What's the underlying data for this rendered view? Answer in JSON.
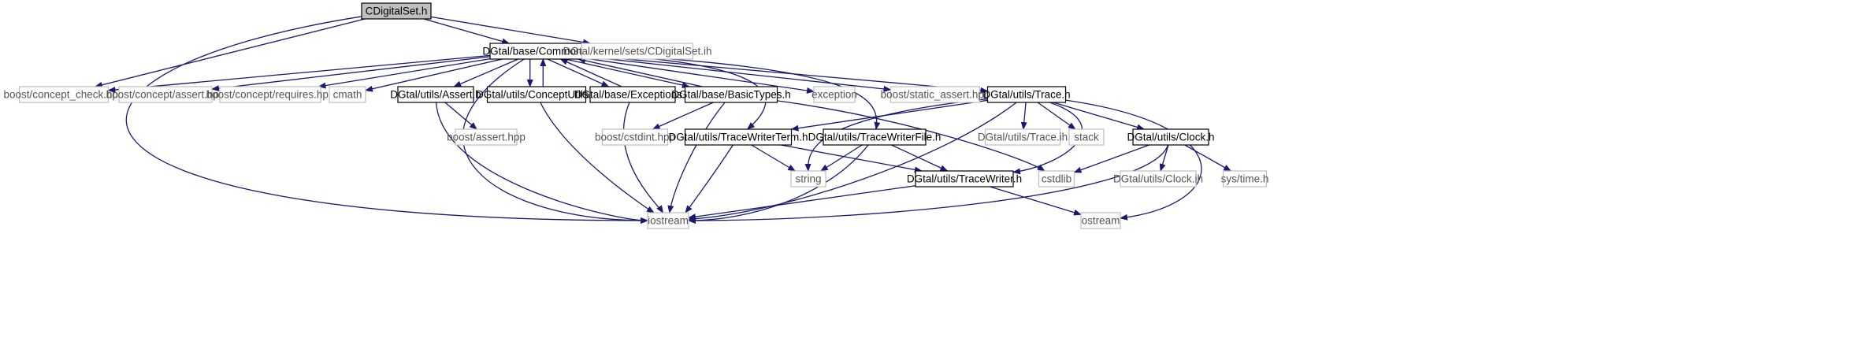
{
  "graph": {
    "colors": {
      "edge": "#191970",
      "root_fill": "#bfbfbf",
      "node_border": "#000000",
      "missing_border": "#bfbfbf",
      "text": "#000000",
      "missing_text": "#555555"
    },
    "nodes": [
      {
        "id": "cdigitalset",
        "label": "CDigitalSet.h",
        "kind": "root"
      },
      {
        "id": "common",
        "label": "DGtal/base/Common.h",
        "kind": "file"
      },
      {
        "id": "cdigitalset_ih",
        "label": "DGtal/kernel/sets/CDigitalSet.ih",
        "kind": "external"
      },
      {
        "id": "concept_check",
        "label": "boost/concept_check.hpp",
        "kind": "external"
      },
      {
        "id": "concept_assert",
        "label": "boost/concept/assert.hpp",
        "kind": "external"
      },
      {
        "id": "concept_requires",
        "label": "boost/concept/requires.hpp",
        "kind": "external"
      },
      {
        "id": "cmath",
        "label": "cmath",
        "kind": "external"
      },
      {
        "id": "assert_h",
        "label": "DGtal/utils/Assert.h",
        "kind": "file"
      },
      {
        "id": "conceptutils",
        "label": "DGtal/utils/ConceptUtils.h",
        "kind": "file"
      },
      {
        "id": "exceptions",
        "label": "DGtal/base/Exceptions.h",
        "kind": "file"
      },
      {
        "id": "basictypes",
        "label": "DGtal/base/BasicTypes.h",
        "kind": "file"
      },
      {
        "id": "exception",
        "label": "exception",
        "kind": "external"
      },
      {
        "id": "static_assert",
        "label": "boost/static_assert.hpp",
        "kind": "external"
      },
      {
        "id": "trace",
        "label": "DGtal/utils/Trace.h",
        "kind": "file"
      },
      {
        "id": "boost_assert",
        "label": "boost/assert.hpp",
        "kind": "external"
      },
      {
        "id": "cstdint",
        "label": "boost/cstdint.hpp",
        "kind": "external"
      },
      {
        "id": "tracewriterterm",
        "label": "DGtal/utils/TraceWriterTerm.h",
        "kind": "file"
      },
      {
        "id": "tracewriterfile",
        "label": "DGtal/utils/TraceWriterFile.h",
        "kind": "file"
      },
      {
        "id": "trace_ih",
        "label": "DGtal/utils/Trace.ih",
        "kind": "external"
      },
      {
        "id": "stack",
        "label": "stack",
        "kind": "external"
      },
      {
        "id": "clock",
        "label": "DGtal/utils/Clock.h",
        "kind": "file"
      },
      {
        "id": "string",
        "label": "string",
        "kind": "external"
      },
      {
        "id": "tracewriter",
        "label": "DGtal/utils/TraceWriter.h",
        "kind": "file"
      },
      {
        "id": "cstdlib",
        "label": "cstdlib",
        "kind": "external"
      },
      {
        "id": "clock_ih",
        "label": "DGtal/utils/Clock.ih",
        "kind": "external"
      },
      {
        "id": "systime",
        "label": "sys/time.h",
        "kind": "external"
      },
      {
        "id": "iostream",
        "label": "iostream",
        "kind": "external"
      },
      {
        "id": "ostream",
        "label": "ostream",
        "kind": "external"
      }
    ],
    "edges": [
      [
        "cdigitalset",
        "common"
      ],
      [
        "cdigitalset",
        "cdigitalset_ih"
      ],
      [
        "cdigitalset",
        "concept_check"
      ],
      [
        "cdigitalset",
        "iostream"
      ],
      [
        "common",
        "concept_check"
      ],
      [
        "common",
        "concept_assert"
      ],
      [
        "common",
        "concept_requires"
      ],
      [
        "common",
        "cmath"
      ],
      [
        "common",
        "assert_h"
      ],
      [
        "common",
        "conceptutils"
      ],
      [
        "common",
        "exceptions"
      ],
      [
        "common",
        "basictypes"
      ],
      [
        "common",
        "exception"
      ],
      [
        "common",
        "static_assert"
      ],
      [
        "common",
        "trace"
      ],
      [
        "common",
        "iostream"
      ],
      [
        "common",
        "tracewriterterm"
      ],
      [
        "common",
        "tracewriterfile"
      ],
      [
        "conceptutils",
        "common"
      ],
      [
        "exceptions",
        "common"
      ],
      [
        "basictypes",
        "common"
      ],
      [
        "assert_h",
        "boost_assert"
      ],
      [
        "assert_h",
        "iostream"
      ],
      [
        "conceptutils",
        "iostream"
      ],
      [
        "exceptions",
        "iostream"
      ],
      [
        "basictypes",
        "cstdint"
      ],
      [
        "basictypes",
        "iostream"
      ],
      [
        "basictypes",
        "cstdlib"
      ],
      [
        "trace",
        "tracewriterterm"
      ],
      [
        "trace",
        "string"
      ],
      [
        "trace",
        "trace_ih"
      ],
      [
        "trace",
        "stack"
      ],
      [
        "trace",
        "clock"
      ],
      [
        "trace",
        "tracewriter"
      ],
      [
        "trace",
        "iostream"
      ],
      [
        "trace",
        "ostream"
      ],
      [
        "tracewriterterm",
        "string"
      ],
      [
        "tracewriterterm",
        "tracewriter"
      ],
      [
        "tracewriterterm",
        "iostream"
      ],
      [
        "tracewriterfile",
        "string"
      ],
      [
        "tracewriterfile",
        "tracewriter"
      ],
      [
        "tracewriterfile",
        "iostream"
      ],
      [
        "clock",
        "cstdlib"
      ],
      [
        "clock",
        "clock_ih"
      ],
      [
        "clock",
        "systime"
      ],
      [
        "clock",
        "iostream"
      ],
      [
        "tracewriter",
        "iostream"
      ],
      [
        "tracewriter",
        "ostream"
      ]
    ]
  }
}
